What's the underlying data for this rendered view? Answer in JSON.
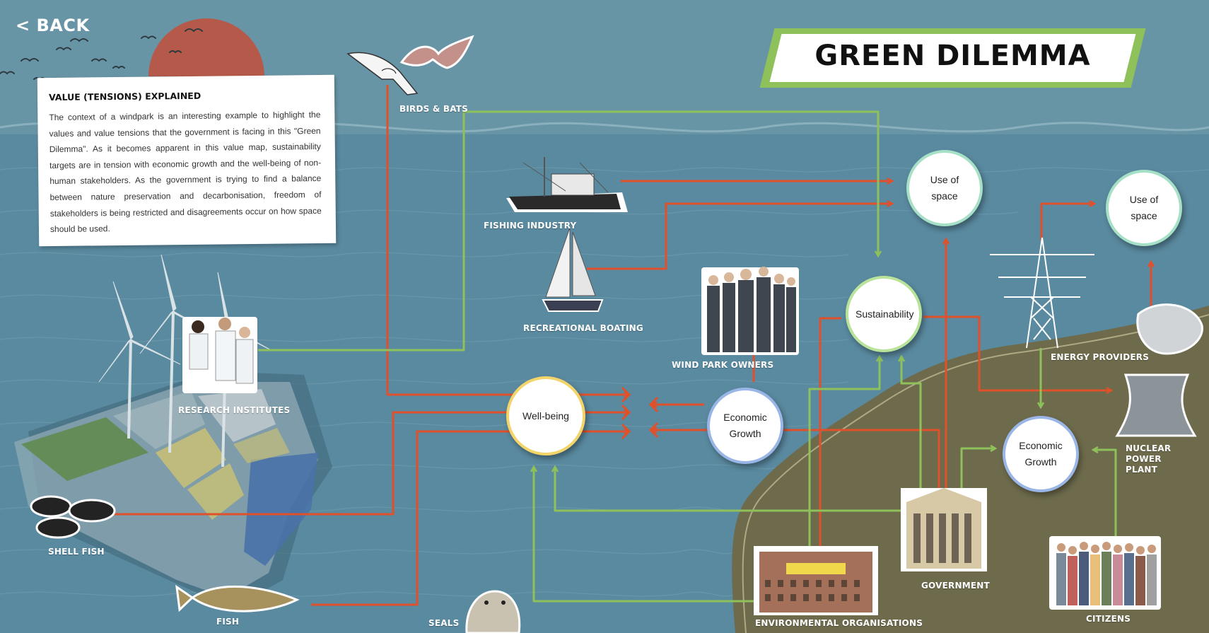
{
  "nav": {
    "back_label": "< BACK"
  },
  "page": {
    "title": "GREEN DILEMMA"
  },
  "info": {
    "heading": "VALUE (TENSIONS) EXPLAINED",
    "text": "The context of a windpark is an interesting example to highlight the values and value tensions that the government is facing in this \"Green Dilemma\". As it becomes apparent in this value map, sustainability targets are in tension with economic growth and the well-being of non-human stakeholders. As the government is trying to find a balance between nature preservation and decarbonisation, freedom of stakeholders is being restricted and disagreements occur on how space should be used."
  },
  "values": {
    "use_of_space_1": "Use of space",
    "use_of_space_2": "Use of space",
    "sustainability": "Sustainability",
    "well_being": "Well-being",
    "economic_growth_1": "Economic Growth",
    "economic_growth_2": "Economic Growth"
  },
  "stakeholders": {
    "birds_bats": "BIRDS & BATS",
    "fishing_industry": "FISHING INDUSTRY",
    "recreational_boating": "RECREATIONAL BOATING",
    "wind_park_owners": "WIND PARK OWNERS",
    "research_institutes": "RESEARCH INSTITUTES",
    "shell_fish": "SHELL FISH",
    "fish": "FISH",
    "seals": "SEALS",
    "environmental_organisations": "ENVIRONMENTAL ORGANISATIONS",
    "government": "GOVERNMENT",
    "energy_providers": "ENERGY PROVIDERS",
    "nuclear_power_plant": "NUCLEAR POWER PLANT",
    "citizens": "CITIZENS"
  },
  "colors": {
    "sea": "#5a8aa0",
    "land": "#6e6b4c",
    "tension_arrow": "#e0502a",
    "support_arrow": "#8fc15a",
    "banner_accent": "#8fc15a"
  }
}
